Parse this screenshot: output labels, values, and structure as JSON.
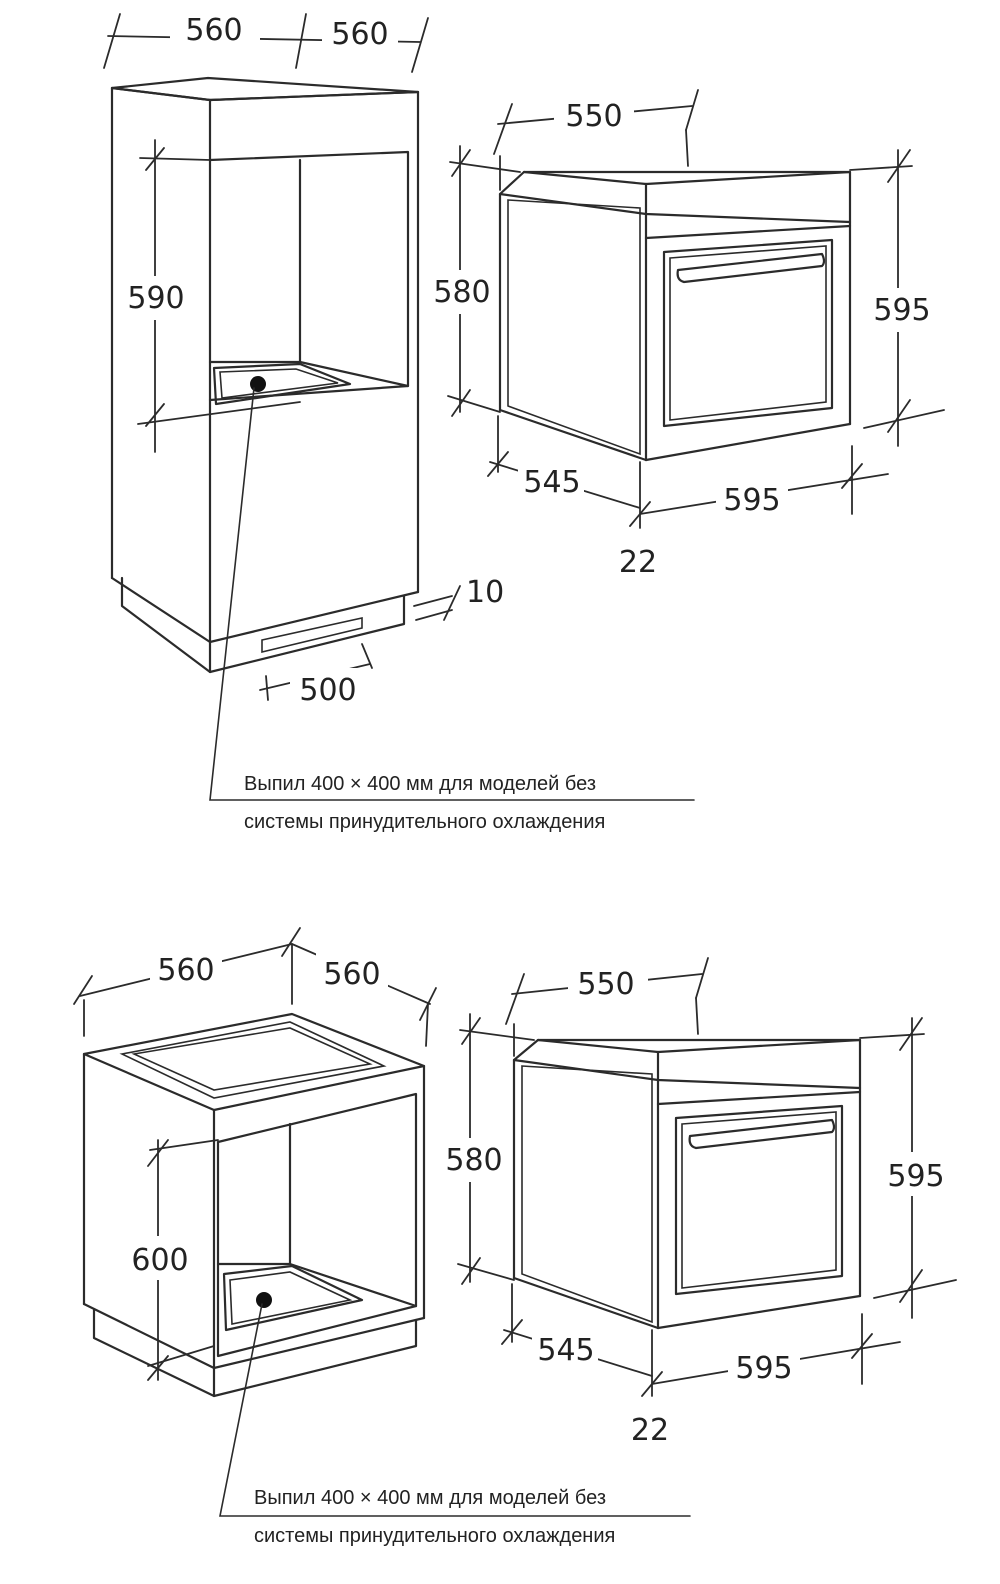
{
  "top_diagram": {
    "cabinet": {
      "width_label": "560",
      "depth_label": "560",
      "niche_height_label": "590",
      "plinth_gap_label": "10",
      "plinth_opening_label": "500"
    },
    "oven": {
      "depth_label": "550",
      "height_label": "580",
      "total_height_label": "595",
      "inner_depth_label": "545",
      "width_label": "595",
      "door_offset_label": "22"
    },
    "note_line1": "Выпил 400 × 400 мм для моделей без",
    "note_line2": "системы принудительного охлаждения"
  },
  "bottom_diagram": {
    "cabinet": {
      "width_label": "560",
      "depth_label": "560",
      "niche_height_label": "600"
    },
    "oven": {
      "depth_label": "550",
      "height_label": "580",
      "total_height_label": "595",
      "inner_depth_label": "545",
      "width_label": "595",
      "door_offset_label": "22"
    },
    "note_line1": "Выпил 400 × 400 мм для моделей без",
    "note_line2": "системы принудительного охлаждения"
  }
}
